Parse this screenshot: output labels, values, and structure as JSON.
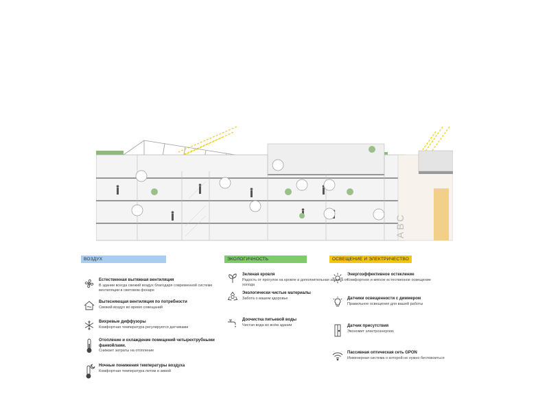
{
  "section_sign": "АВС",
  "legend": {
    "air": {
      "header": "ВОЗДУХ",
      "items": [
        {
          "icon": "fan-icon",
          "title": "Естественная вытяжная вентиляция",
          "subtitle": "В здании всегда свежий воздух благодаря современной системе вентиляции в световом фонаре"
        },
        {
          "icon": "house-airflow-icon",
          "title": "Вытесняющая вентиляция по потребности",
          "subtitle": "Свежий воздух во время совещаний"
        },
        {
          "icon": "snowflake-icon",
          "title": "Вихревые диффузоры",
          "subtitle": "Комфортная температура регулируется датчиками"
        },
        {
          "icon": "thermometer-icon",
          "title": "Отопление и охлаждение помещений четырехтрубными фанкойлами.",
          "subtitle": "Снижает затраты на отопление"
        },
        {
          "icon": "thermometer-moon-icon",
          "title": "Ночные понижения температуры воздуха",
          "subtitle": "Комфортная температура летом и зимой"
        }
      ]
    },
    "eco": {
      "header": "ЭКОЛОГИЧНОСТЬ",
      "items": [
        {
          "icon": "leaves-icon",
          "title": "Зеленая кровля",
          "subtitle": "Радость от прогулок на кровле и дополнительная защита от холода"
        },
        {
          "icon": "recycle-icon",
          "title": "Экологически чистые материалы",
          "subtitle": "Забота о вашем здоровье"
        },
        {
          "icon": "faucet-icon",
          "title": "Доочистка питьевой воды",
          "subtitle": "Чистая вода во всём здании"
        }
      ]
    },
    "light": {
      "header": "ОСВЕЩЕНИЕ И ЭЛЕКТРИЧЕСТВО",
      "items": [
        {
          "icon": "sun-icon",
          "title": "Энергоэффективное остекление",
          "subtitle": "Комфортное и мягкое естественное освещение"
        },
        {
          "icon": "bulb-icon",
          "title": "Датчики освещенности с диммером",
          "subtitle": "Правильное освещения для вашей работы"
        },
        {
          "icon": "door-sensor-icon",
          "title": "Датчик присутствия",
          "subtitle": "Экономит электроэнергию"
        },
        {
          "icon": "wifi-icon",
          "title": "Пассивная оптическая сеть GPON",
          "subtitle": "Инженерная система о которой не нужно беспокоиться"
        }
      ]
    }
  },
  "colors": {
    "air": "#a9cdf0",
    "eco": "#7fcb6a",
    "light": "#f4c516",
    "arrow_air": "#6aaee6",
    "sun_ray": "#f2d200"
  }
}
